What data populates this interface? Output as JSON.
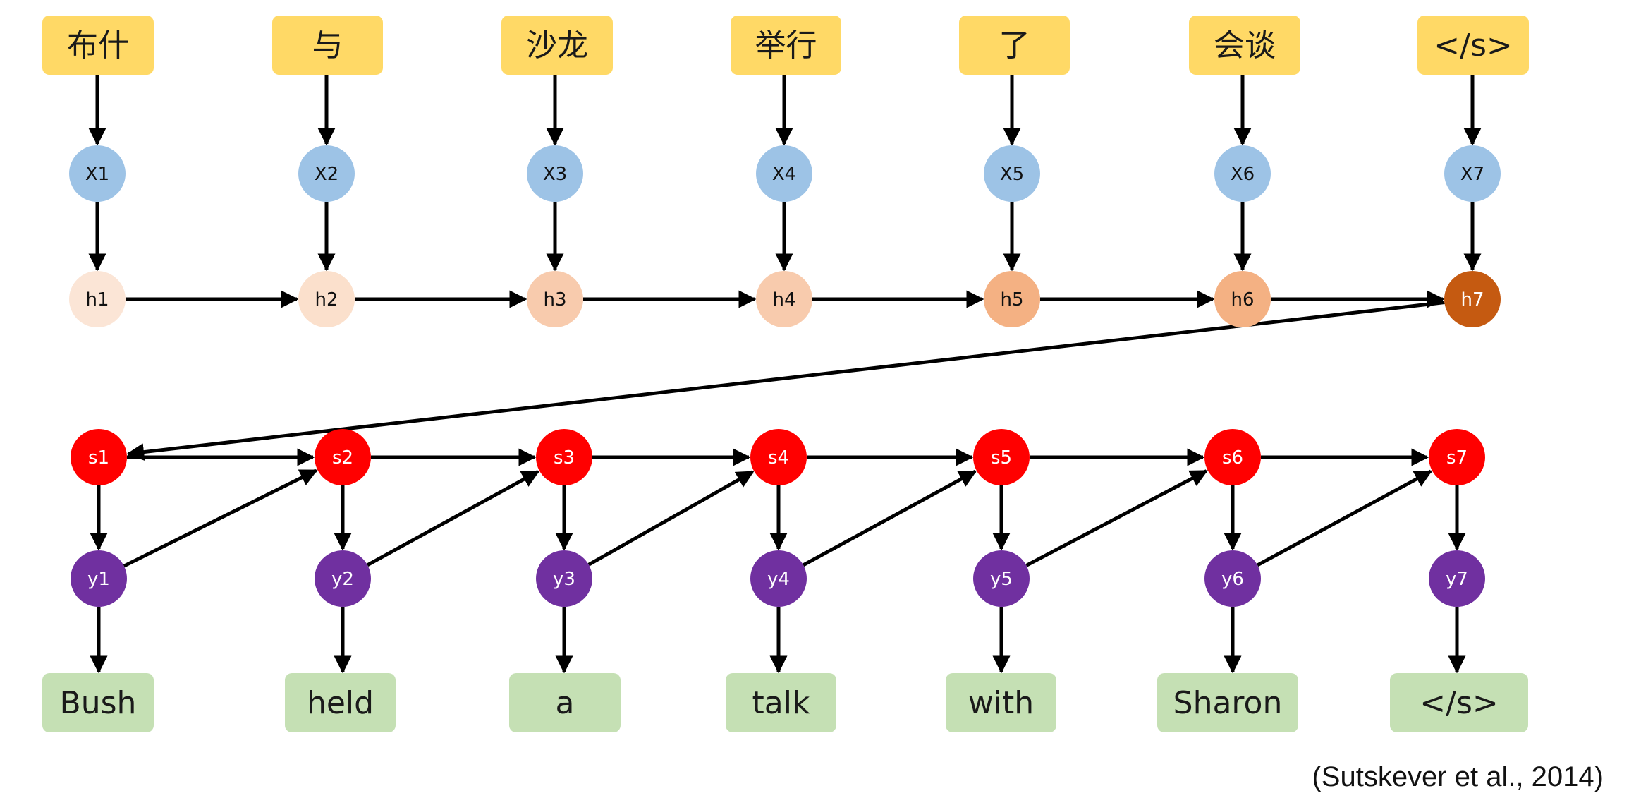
{
  "source_tokens": [
    "布什",
    "与",
    "沙龙",
    "举行",
    "了",
    "会谈",
    "</s>"
  ],
  "embedding_nodes": [
    "X1",
    "X2",
    "X3",
    "X4",
    "X5",
    "X6",
    "X7"
  ],
  "encoder_nodes": [
    "h1",
    "h2",
    "h3",
    "h4",
    "h5",
    "h6",
    "h7"
  ],
  "decoder_nodes": [
    "s1",
    "s2",
    "s3",
    "s4",
    "s5",
    "s6",
    "s7"
  ],
  "output_nodes": [
    "y1",
    "y2",
    "y3",
    "y4",
    "y5",
    "y6",
    "y7"
  ],
  "target_tokens": [
    "Bush",
    "held",
    "a",
    "talk",
    "with",
    "Sharon",
    "</s>"
  ],
  "citation": "(Sutskever et al., 2014)",
  "colors": {
    "source_box": "#FFD966",
    "embedding": "#9DC3E6",
    "encoder": [
      "#FBE5D6",
      "#FBE0CC",
      "#F8CBAD",
      "#F8CBAD",
      "#F4B183",
      "#F4B183",
      "#C55A11"
    ],
    "decoder": "#FF0000",
    "output": "#7030A0",
    "target_box": "#C5E0B4",
    "arrow": "#000000"
  }
}
